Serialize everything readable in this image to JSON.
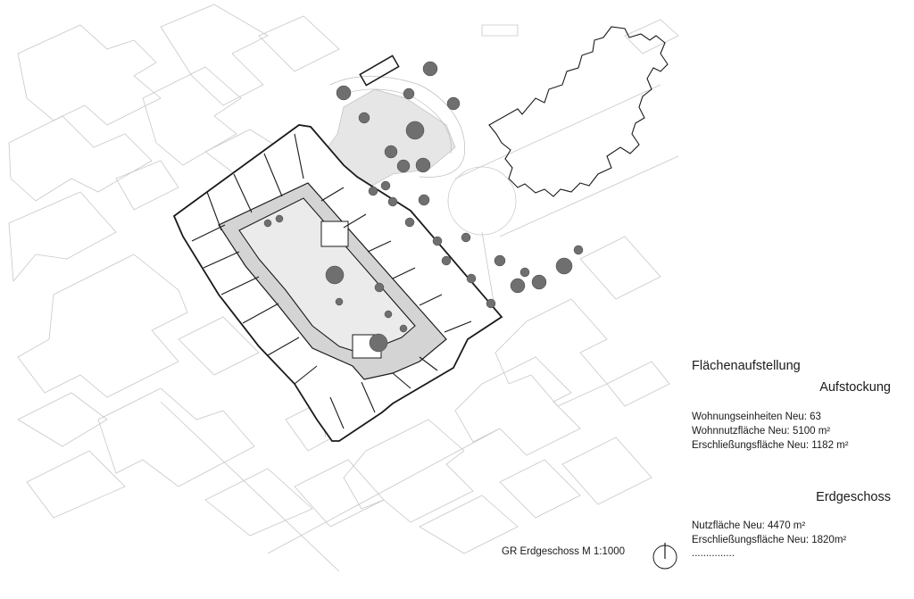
{
  "legend": {
    "title": "Flächenaufstellung",
    "section1": {
      "heading": "Aufstockung",
      "lines": [
        "Wohnungseinheiten Neu: 63",
        "Wohnnutzfläche Neu: 5100 m²",
        "Erschließungsfläche Neu: 1182 m²"
      ]
    },
    "section2": {
      "heading": "Erdgeschoss",
      "lines": [
        "Nutzfläche Neu: 4470 m²",
        "Erschließungsfläche Neu: 1820m²",
        "..............."
      ]
    }
  },
  "caption": "GR Erdgeschoss M 1:1000",
  "icons": {
    "north": "north-arrow-icon"
  },
  "colors": {
    "ink": "#1a1a1a",
    "context": "#c8c8c8",
    "courtyard": "#d9d9d9",
    "tree": "#6f6f6f"
  }
}
